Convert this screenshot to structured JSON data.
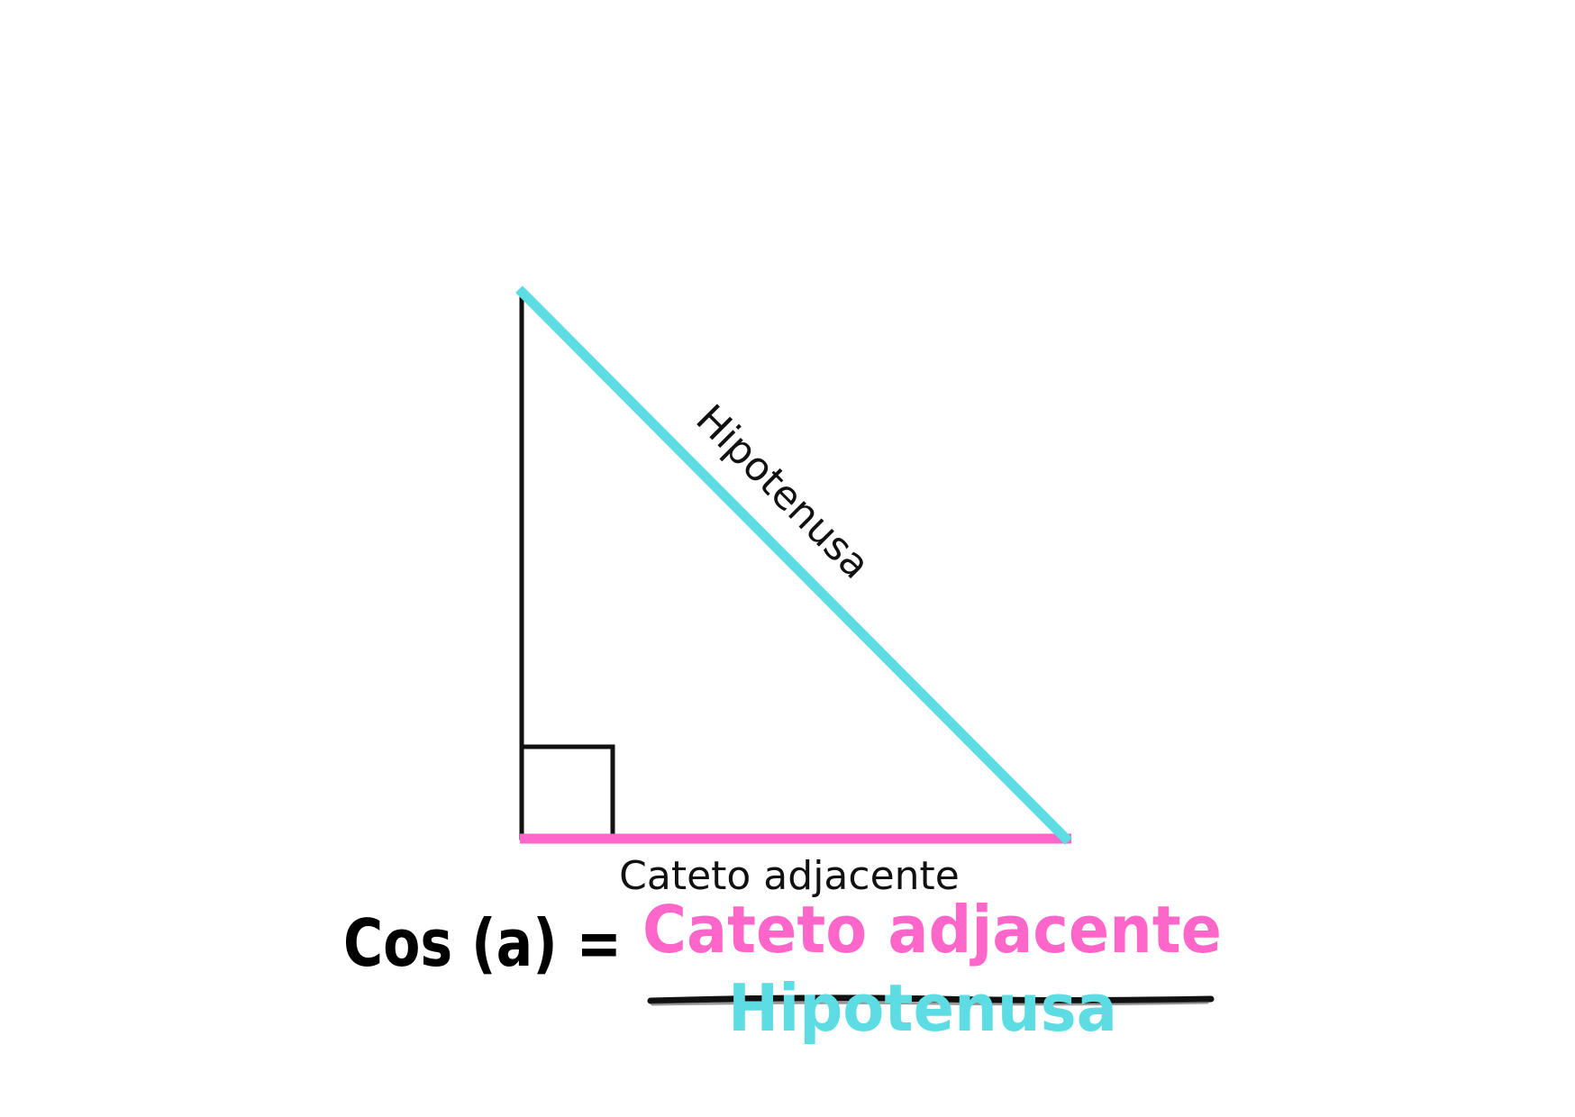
{
  "labels": {
    "hypotenuse": "Hipotenusa",
    "adjacent": "Cateto adjacente"
  },
  "formula": {
    "lhs": "Cos (a) =",
    "numerator": "Cateto adjacente",
    "denominator": "Hipotenusa"
  },
  "colors": {
    "hypotenuse": "#5ddde3",
    "adjacent": "#ff66c9",
    "vertical_leg": "#111111",
    "fraction_bar": "#111111",
    "formula_lhs": "#000000"
  }
}
